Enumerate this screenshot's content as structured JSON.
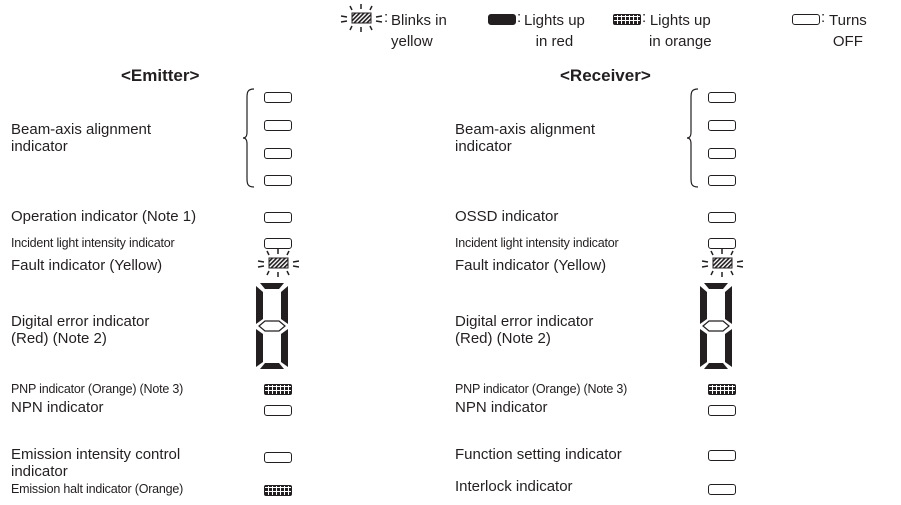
{
  "legend": {
    "blink_yellow": "Blinks in\nyellow",
    "red": "Lights up\nin red",
    "orange": "Lights up\nin orange",
    "off": "Turns\nOFF"
  },
  "emitter": {
    "title": "<Emitter>",
    "beam_axis": "Beam-axis alignment\nindicator",
    "operation": "Operation indicator (Note 1)",
    "incident": "Incident light intensity indicator",
    "fault": "Fault indicator (Yellow)",
    "digital": "Digital error indicator\n(Red) (Note 2)",
    "pnp": "PNP indicator (Orange) (Note 3)",
    "npn": "NPN indicator",
    "emission_control": "Emission intensity control\nindicator",
    "emission_halt": "Emission halt indicator (Orange)"
  },
  "receiver": {
    "title": "<Receiver>",
    "beam_axis": "Beam-axis alignment\nindicator",
    "ossd": "OSSD indicator",
    "incident": "Incident light intensity indicator",
    "fault": "Fault indicator (Yellow)",
    "digital": "Digital error indicator\n(Red) (Note 2)",
    "pnp": "PNP indicator (Orange) (Note 3)",
    "npn": "NPN indicator",
    "function": "Function setting indicator",
    "interlock": "Interlock indicator"
  },
  "indicator_states": {
    "fault": "blinking-yellow",
    "digital_error": "red",
    "pnp": "orange",
    "emission_halt": "orange",
    "others": "off"
  }
}
